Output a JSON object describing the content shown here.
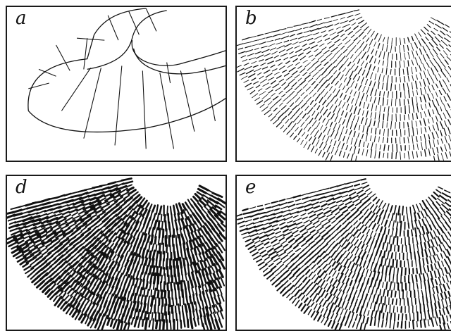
{
  "panels": [
    {
      "id": "a",
      "label": "a",
      "style": "grid"
    },
    {
      "id": "b",
      "label": "b",
      "style": "fine-strokes"
    },
    {
      "id": "d",
      "label": "d",
      "style": "bold-strokes"
    },
    {
      "id": "e",
      "label": "e",
      "style": "medium-strokes"
    }
  ],
  "colors": {
    "ink": "#111111",
    "frame": "#1a1a1a",
    "background": "#ffffff"
  }
}
